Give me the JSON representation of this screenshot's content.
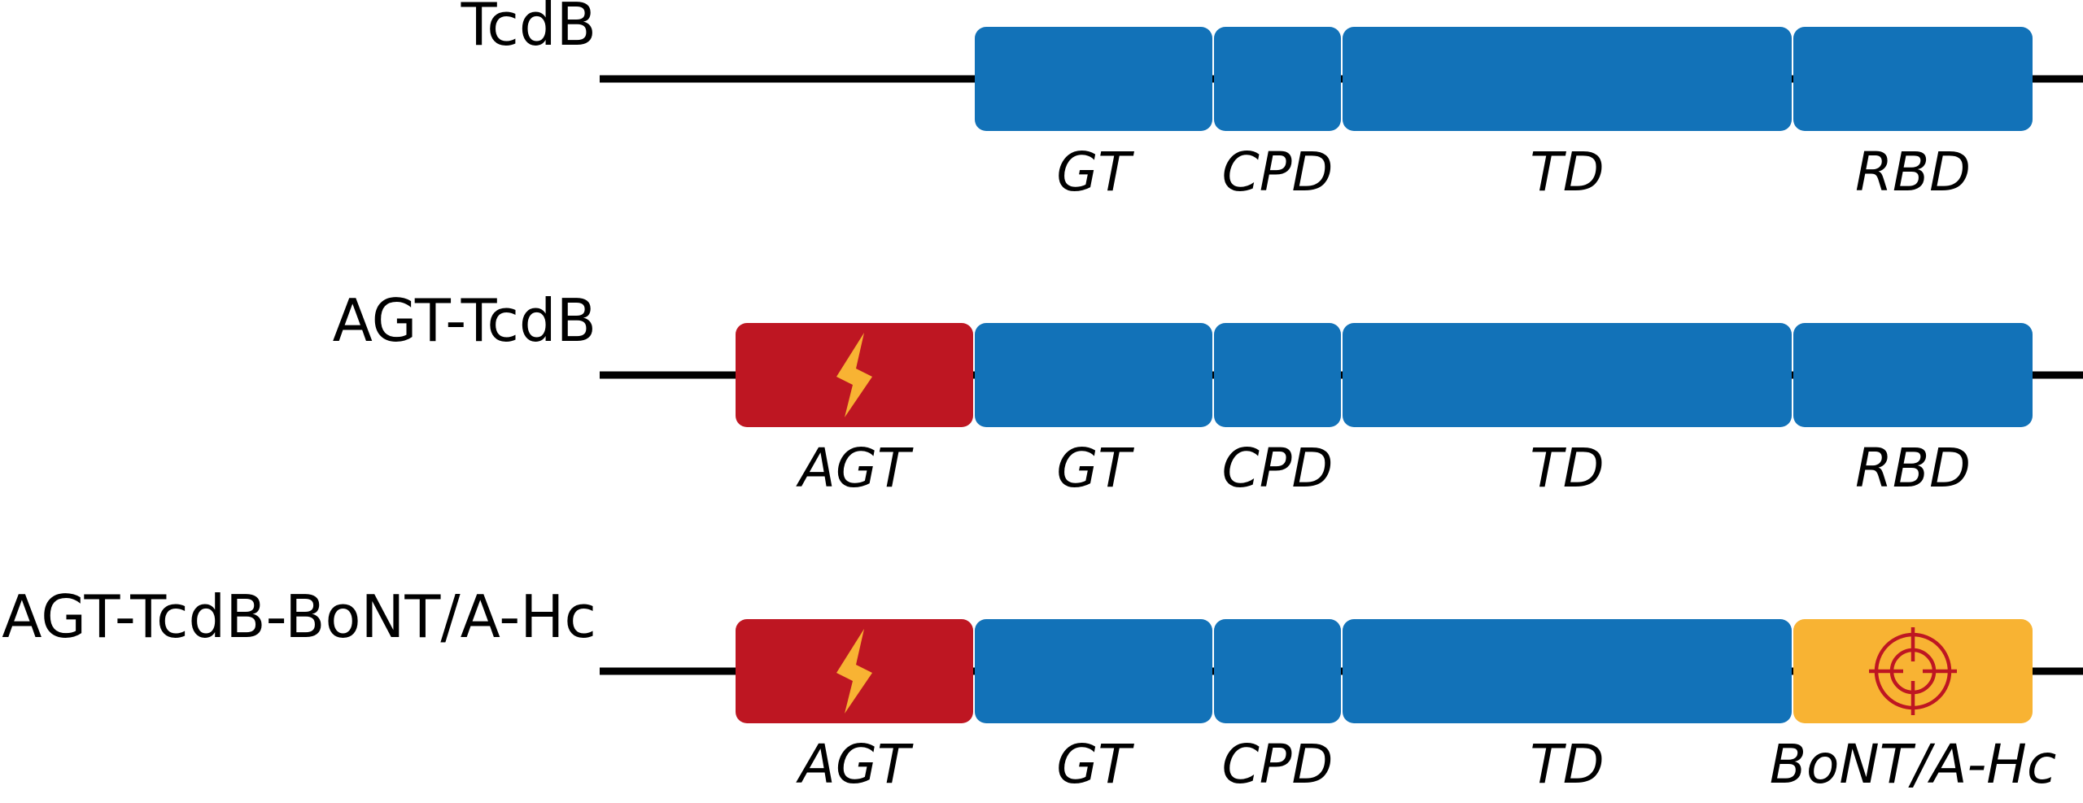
{
  "colors": {
    "toxin_domain": "#1272b8",
    "agt_domain": "#be1622",
    "bont_domain": "#f8b333",
    "lightning_icon": "#f8b333",
    "target_icon": "#be1622",
    "backbone": "#000000"
  },
  "constructs": [
    {
      "name": "TcdB",
      "domains": [
        {
          "label": "GT",
          "kind": "toxin"
        },
        {
          "label": "CPD",
          "kind": "toxin"
        },
        {
          "label": "TD",
          "kind": "toxin"
        },
        {
          "label": "RBD",
          "kind": "toxin"
        }
      ]
    },
    {
      "name": "AGT-TcdB",
      "domains": [
        {
          "label": "AGT",
          "kind": "agt",
          "icon": "lightning-icon"
        },
        {
          "label": "GT",
          "kind": "toxin"
        },
        {
          "label": "CPD",
          "kind": "toxin"
        },
        {
          "label": "TD",
          "kind": "toxin"
        },
        {
          "label": "RBD",
          "kind": "toxin"
        }
      ]
    },
    {
      "name": "AGT-TcdB-BoNT/A-Hc",
      "domains": [
        {
          "label": "AGT",
          "kind": "agt",
          "icon": "lightning-icon"
        },
        {
          "label": "GT",
          "kind": "toxin"
        },
        {
          "label": "CPD",
          "kind": "toxin"
        },
        {
          "label": "TD",
          "kind": "toxin"
        },
        {
          "label": "BoNT/A-Hc",
          "kind": "bont",
          "icon": "target-icon"
        }
      ]
    }
  ]
}
